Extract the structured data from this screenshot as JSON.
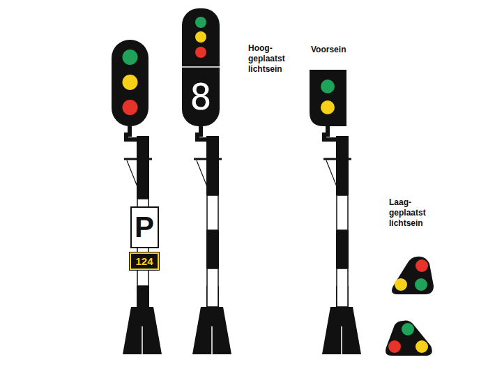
{
  "diagram": {
    "nodes": [
      {
        "text": [
          "P"
        ]
      },
      {
        "text": [
          "124"
        ]
      },
      {
        "text": [
          "8"
        ]
      }
    ],
    "labels": [
      "Hoog- geplaatst lichtsein",
      "Voorsein",
      "Laag- geplaatst lichtsein"
    ]
  }
}
